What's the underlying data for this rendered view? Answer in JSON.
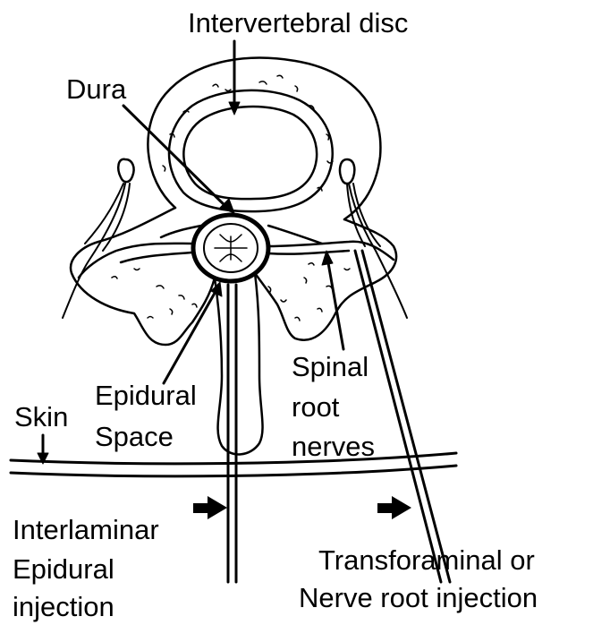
{
  "labels": {
    "intervertebral_disc": "Intervertebral disc",
    "dura": "Dura",
    "epidural_space": [
      "Epidural",
      "Space"
    ],
    "spinal_root_nerves": [
      "Spinal",
      "root",
      "nerves"
    ],
    "skin": "Skin",
    "interlaminar": [
      "Interlaminar",
      "Epidural",
      "injection"
    ],
    "transforaminal": [
      "Transforaminal or",
      "Nerve root injection"
    ]
  },
  "colors": {
    "line": "#000000",
    "background": "#ffffff"
  }
}
